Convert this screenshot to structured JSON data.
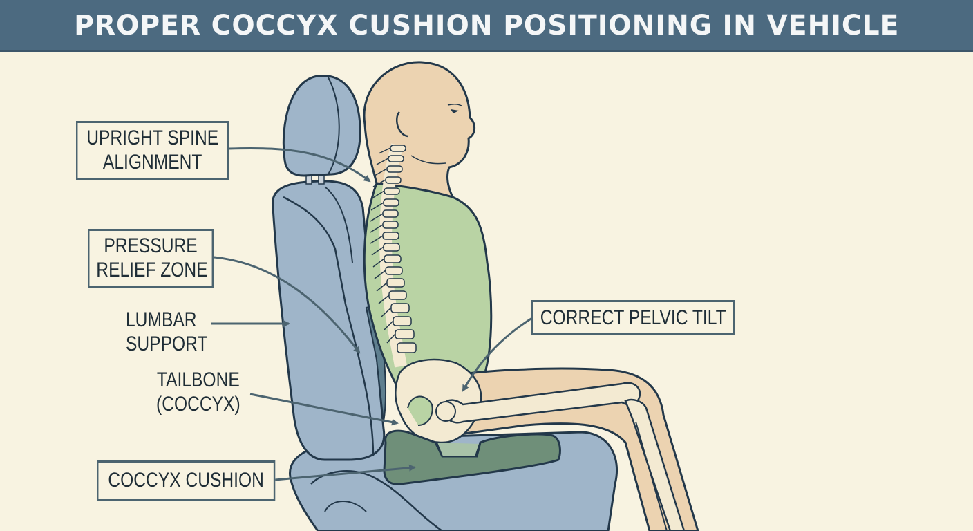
{
  "title": "PROPER COCCYX CUSHION POSITIONING IN VEHICLE",
  "colors": {
    "header_bg": "#4c6a80",
    "background": "#f8f3e1",
    "seat": "#9fb5c9",
    "seat_outline": "#23384a",
    "skin": "#ecd3b1",
    "torso": "#b9d3a4",
    "cushion": "#6f8f79",
    "bone": "#f3ead2",
    "arrow": "#4c6470",
    "label_text": "#1f2d36"
  },
  "labels": {
    "upright_spine": {
      "line1": "UPRIGHT SPINE",
      "line2": "ALIGNMENT",
      "boxed": true
    },
    "pressure_relief": {
      "line1": "PRESSURE",
      "line2": "RELIEF ZONE",
      "boxed": true
    },
    "lumbar_support": {
      "line1": "LUMBAR",
      "line2": "SUPPORT",
      "boxed": false
    },
    "tailbone": {
      "line1": "TAILBONE",
      "line2": "(COCCYX)",
      "boxed": false
    },
    "coccyx_cushion": {
      "line1": "COCCYX CUSHION",
      "boxed": true
    },
    "pelvic_tilt": {
      "line1": "CORRECT PELVIC TILT",
      "boxed": true
    }
  }
}
